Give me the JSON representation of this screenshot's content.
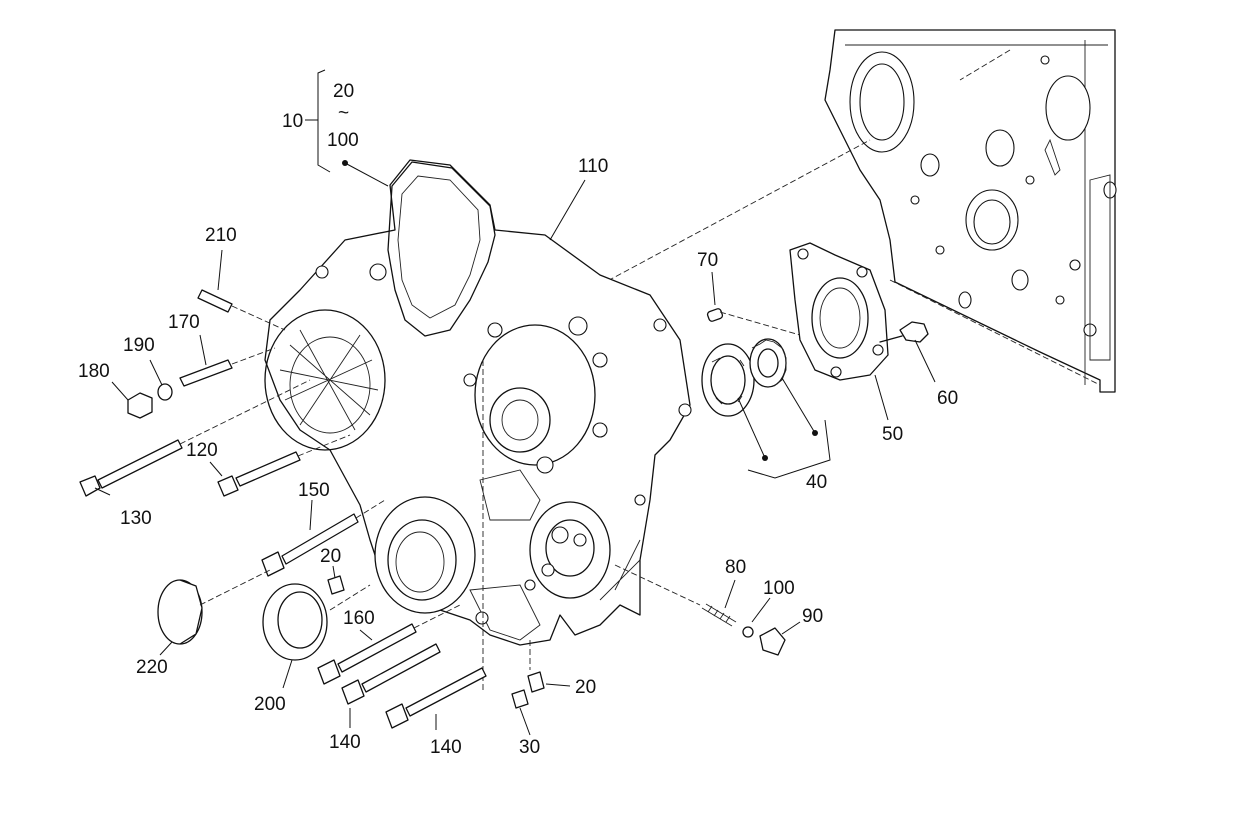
{
  "labels": {
    "l10": "10",
    "l20_range": "20",
    "tilde": "~",
    "l100_range": "100",
    "l110": "110",
    "l210": "210",
    "l170": "170",
    "l190": "190",
    "l180": "180",
    "l120": "120",
    "l130": "130",
    "l150": "150",
    "l20a": "20",
    "l220": "220",
    "l200": "200",
    "l160": "160",
    "l140a": "140",
    "l140b": "140",
    "l30": "30",
    "l20b": "20",
    "l70": "70",
    "l60": "60",
    "l50": "50",
    "l40": "40",
    "l80": "80",
    "l100": "100",
    "l90": "90"
  }
}
